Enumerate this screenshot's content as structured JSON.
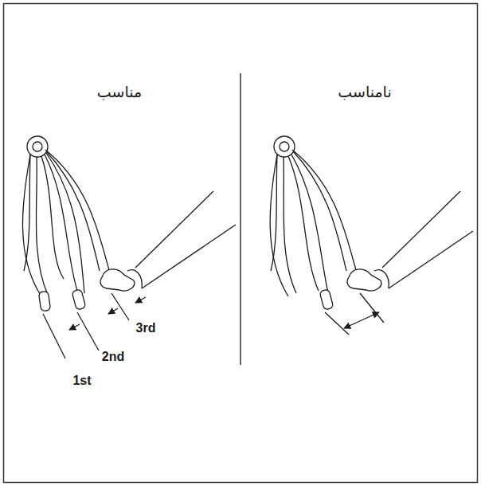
{
  "diagram": {
    "labels": [
      "مناسب",
      "نامناسب",
      "3rd",
      "2nd",
      "1st"
    ]
  }
}
